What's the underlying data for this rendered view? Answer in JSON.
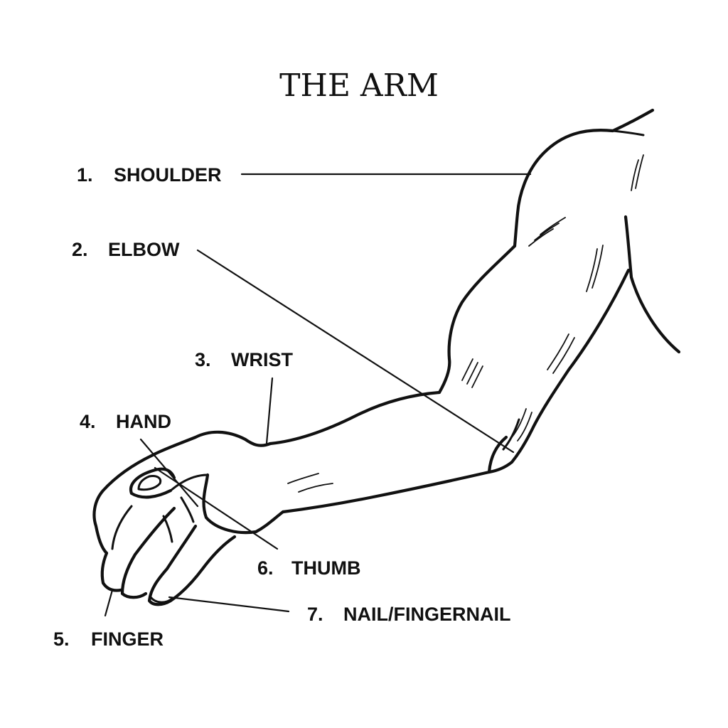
{
  "title": "THE ARM",
  "labels": [
    {
      "number": "1.",
      "text": "SHOULDER"
    },
    {
      "number": "2.",
      "text": "ELBOW"
    },
    {
      "number": "3.",
      "text": "WRIST"
    },
    {
      "number": "4.",
      "text": "HAND"
    },
    {
      "number": "5.",
      "text": "FINGER"
    },
    {
      "number": "6.",
      "text": "THUMB"
    },
    {
      "number": "7.",
      "text": "NAIL/FINGERNAIL"
    }
  ]
}
